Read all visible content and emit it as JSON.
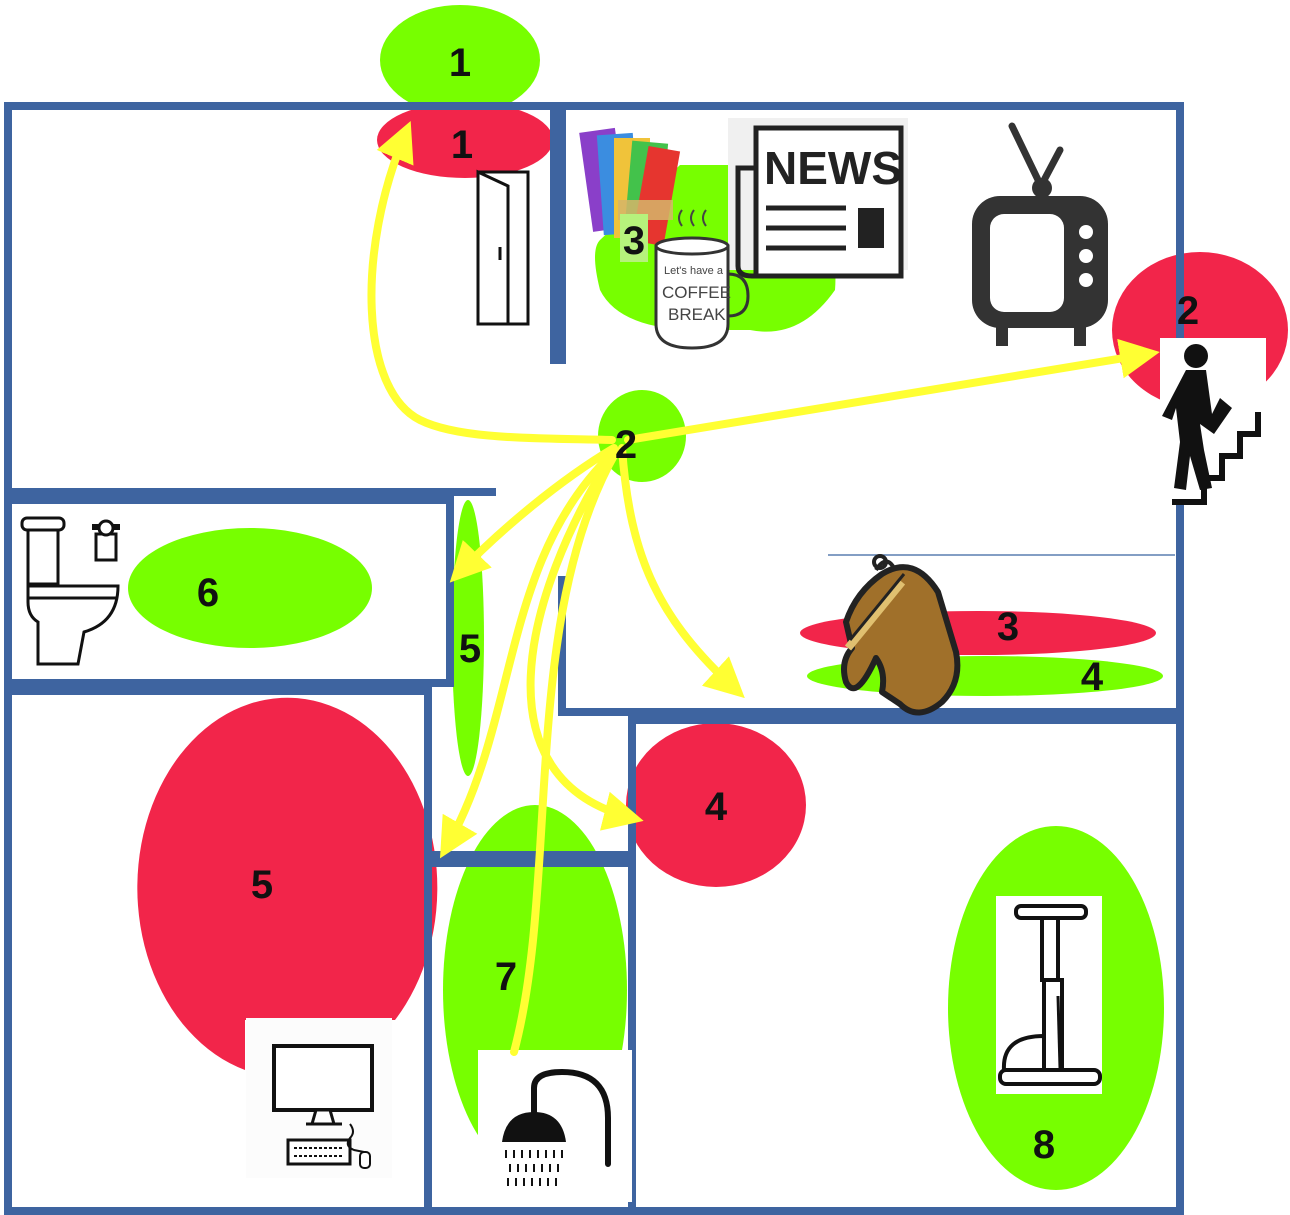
{
  "colors": {
    "wall": "#3e64a0",
    "green_zone": "#77ff00",
    "red_zone": "#f2254a",
    "path": "#ffff33",
    "icon": "#111111",
    "mitt": "#a0702a"
  },
  "zones": {
    "green_1": "1",
    "red_1": "1",
    "green_2": "2",
    "red_2": "2",
    "green_3": "3",
    "red_3": "3",
    "green_4": "4",
    "red_4": "4",
    "green_5": "5",
    "red_5": "5",
    "green_6": "6",
    "green_7": "7",
    "green_8": "8"
  },
  "icons": {
    "door": "door-icon",
    "folders": "folders-icon",
    "news": {
      "name": "newspaper-icon",
      "text": "NEWS"
    },
    "coffee": {
      "name": "coffee-mug-icon",
      "line1": "Let's have a",
      "line2": "COFFEE",
      "line3": "BREAK"
    },
    "tv": "television-icon",
    "stairs": "stairs-climber-icon",
    "toilet": "toilet-icon",
    "oven_mitt": "oven-mitt-icon",
    "computer": "computer-icon",
    "shower": "shower-icon",
    "stationary_bike": "exercise-bike-icon"
  }
}
